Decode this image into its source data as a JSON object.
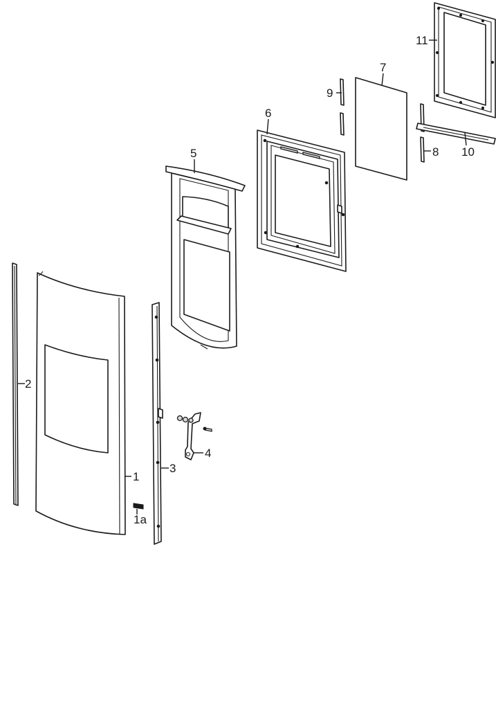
{
  "diagram": {
    "callouts": [
      {
        "id": "p1",
        "label": "1"
      },
      {
        "id": "p1a",
        "label": "1a"
      },
      {
        "id": "p2",
        "label": "2"
      },
      {
        "id": "p3",
        "label": "3"
      },
      {
        "id": "p4",
        "label": "4"
      },
      {
        "id": "p5",
        "label": "5"
      },
      {
        "id": "p6",
        "label": "6"
      },
      {
        "id": "p7",
        "label": "7"
      },
      {
        "id": "p8",
        "label": "8"
      },
      {
        "id": "p9",
        "label": "9"
      },
      {
        "id": "p10",
        "label": "10"
      },
      {
        "id": "p11",
        "label": "11"
      }
    ]
  }
}
